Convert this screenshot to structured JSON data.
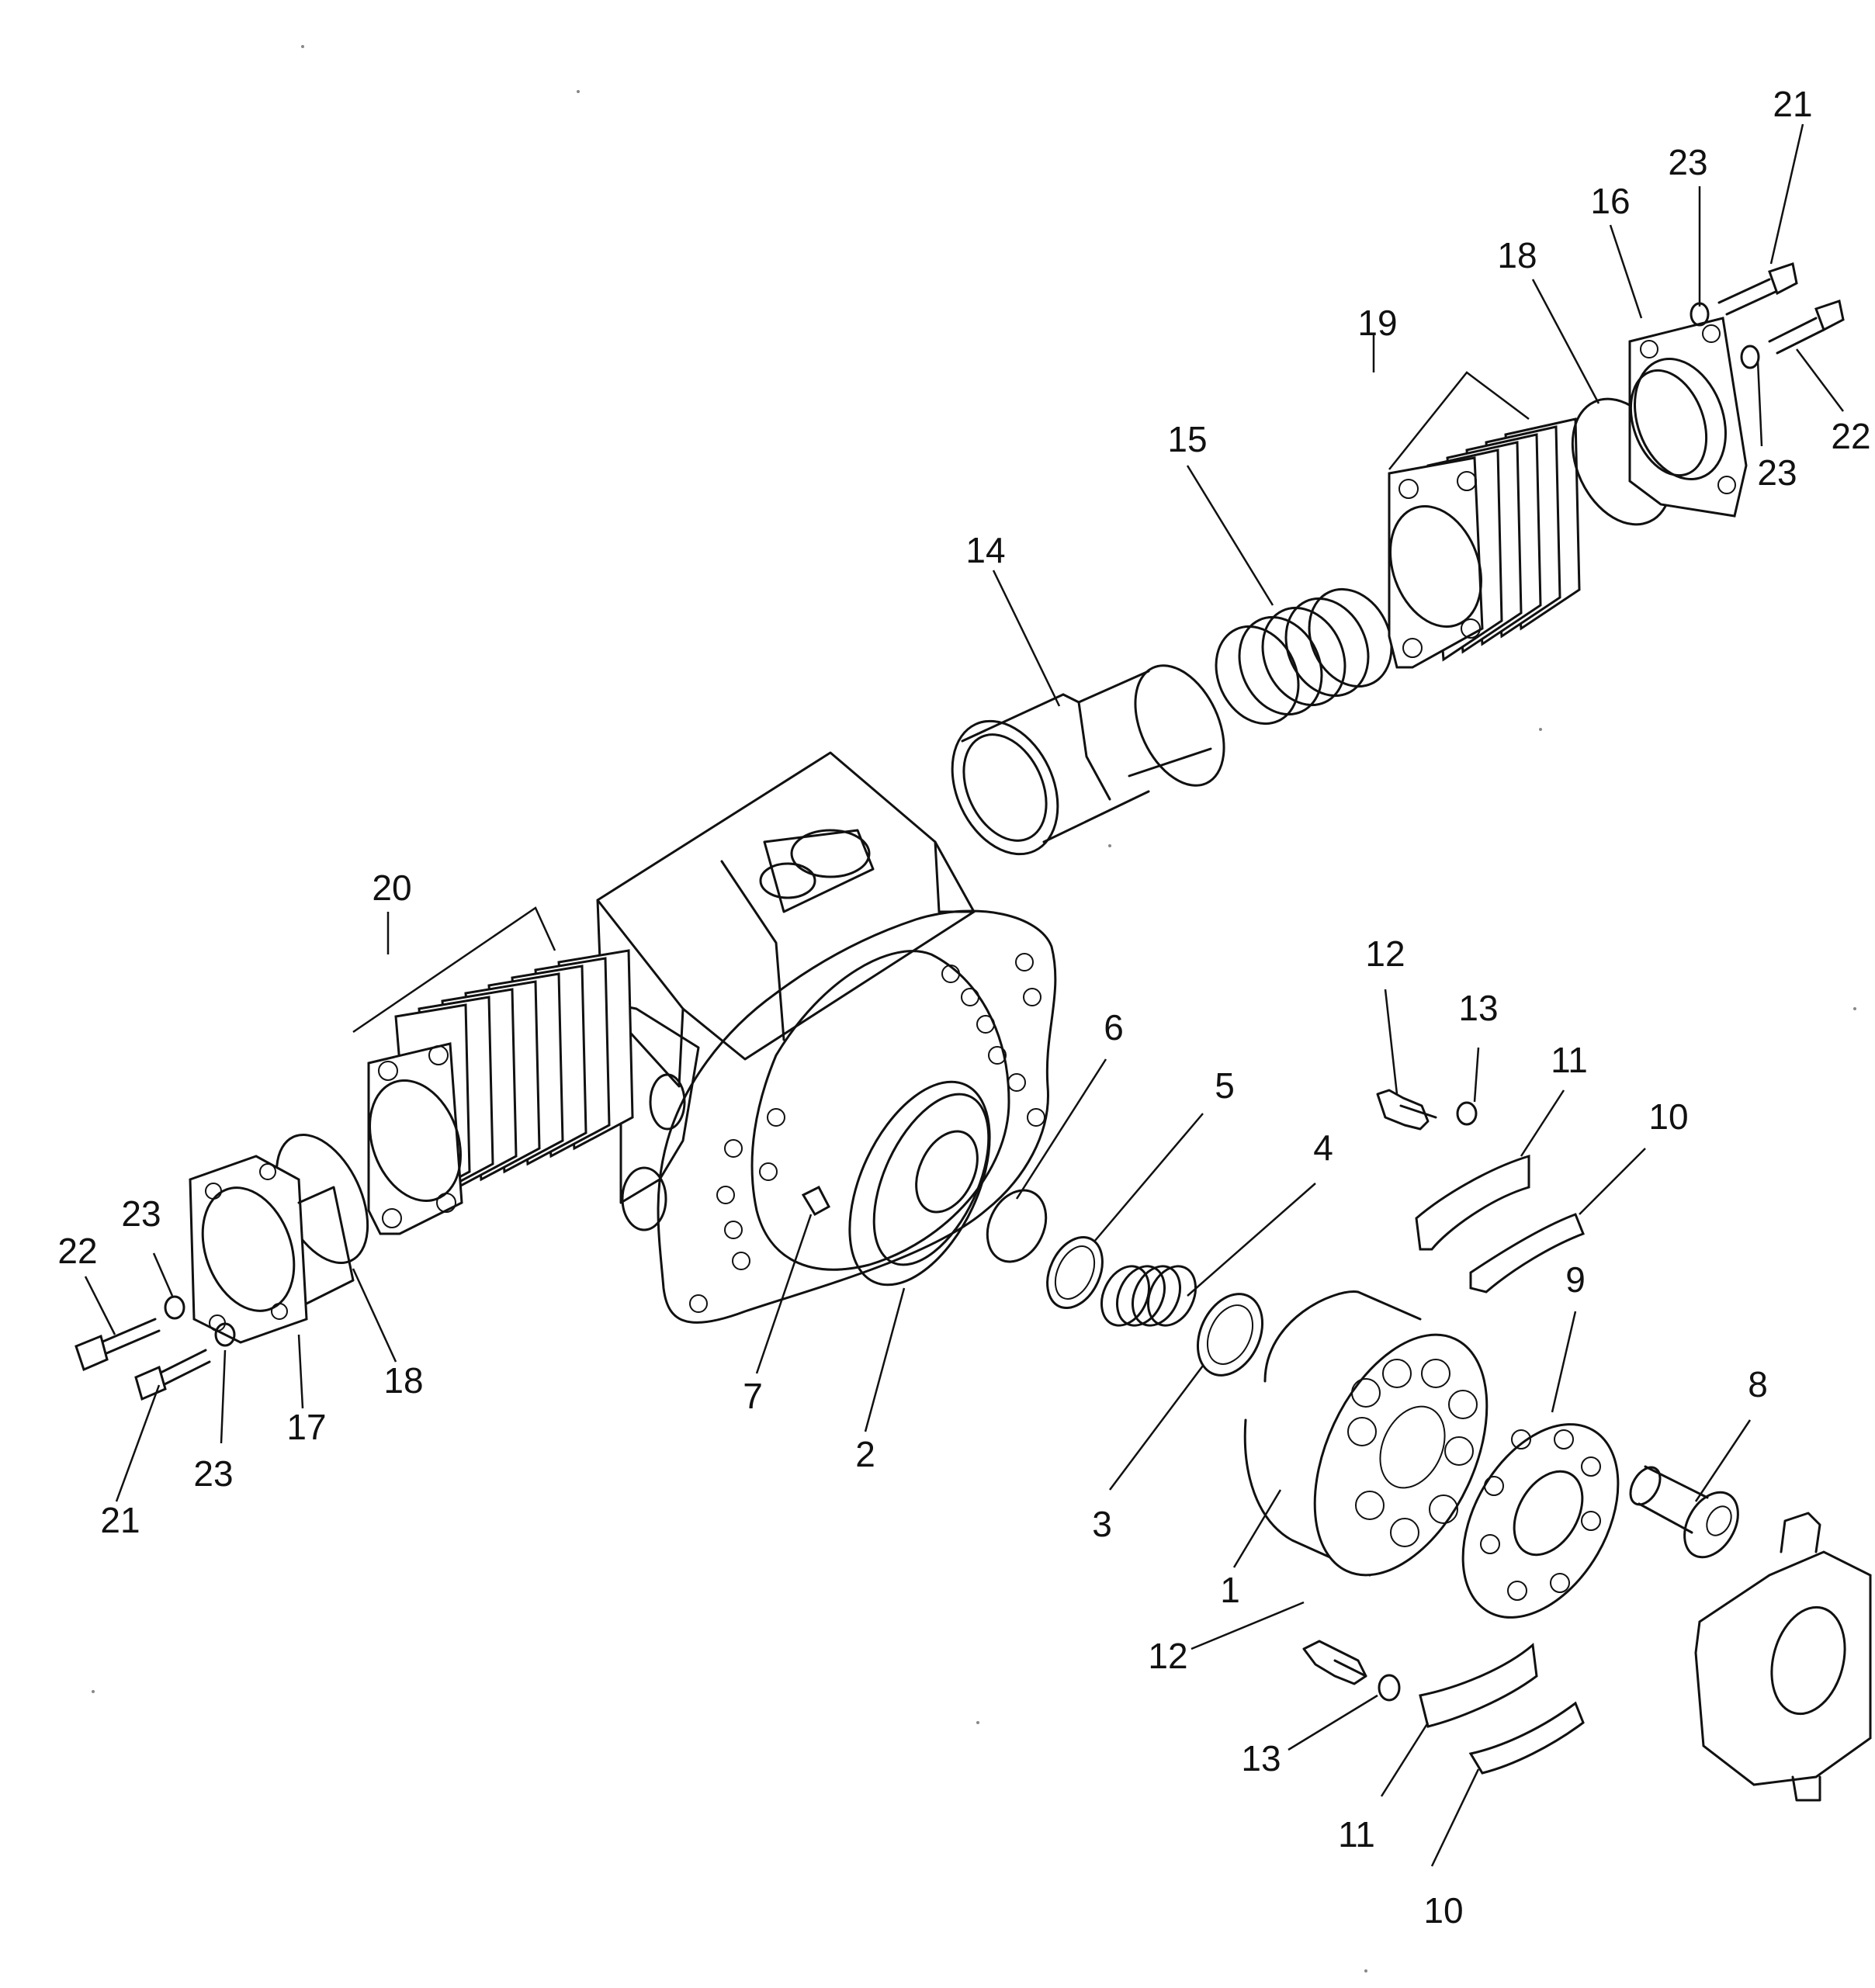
{
  "diagram": {
    "callouts": [
      {
        "id": "c21-top",
        "text": "21"
      },
      {
        "id": "c23-top",
        "text": "23"
      },
      {
        "id": "c16",
        "text": "16"
      },
      {
        "id": "c18-top",
        "text": "18"
      },
      {
        "id": "c19",
        "text": "19"
      },
      {
        "id": "c22-right",
        "text": "22"
      },
      {
        "id": "c23-right",
        "text": "23"
      },
      {
        "id": "c15",
        "text": "15"
      },
      {
        "id": "c14",
        "text": "14"
      },
      {
        "id": "c20",
        "text": "20"
      },
      {
        "id": "c12-top",
        "text": "12"
      },
      {
        "id": "c13-top",
        "text": "13"
      },
      {
        "id": "c11-top",
        "text": "11"
      },
      {
        "id": "c10-top",
        "text": "10"
      },
      {
        "id": "c6",
        "text": "6"
      },
      {
        "id": "c5",
        "text": "5"
      },
      {
        "id": "c4",
        "text": "4"
      },
      {
        "id": "c9",
        "text": "9"
      },
      {
        "id": "c8",
        "text": "8"
      },
      {
        "id": "c22-left",
        "text": "22"
      },
      {
        "id": "c23-left-a",
        "text": "23"
      },
      {
        "id": "c18-left",
        "text": "18"
      },
      {
        "id": "c17",
        "text": "17"
      },
      {
        "id": "c23-left-b",
        "text": "23"
      },
      {
        "id": "c21-left",
        "text": "21"
      },
      {
        "id": "c7",
        "text": "7"
      },
      {
        "id": "c2",
        "text": "2"
      },
      {
        "id": "c3",
        "text": "3"
      },
      {
        "id": "c1",
        "text": "1"
      },
      {
        "id": "c12-bottom",
        "text": "12"
      },
      {
        "id": "c13-bottom",
        "text": "13"
      },
      {
        "id": "c11-bottom",
        "text": "11"
      },
      {
        "id": "c10-bottom",
        "text": "10"
      }
    ]
  }
}
